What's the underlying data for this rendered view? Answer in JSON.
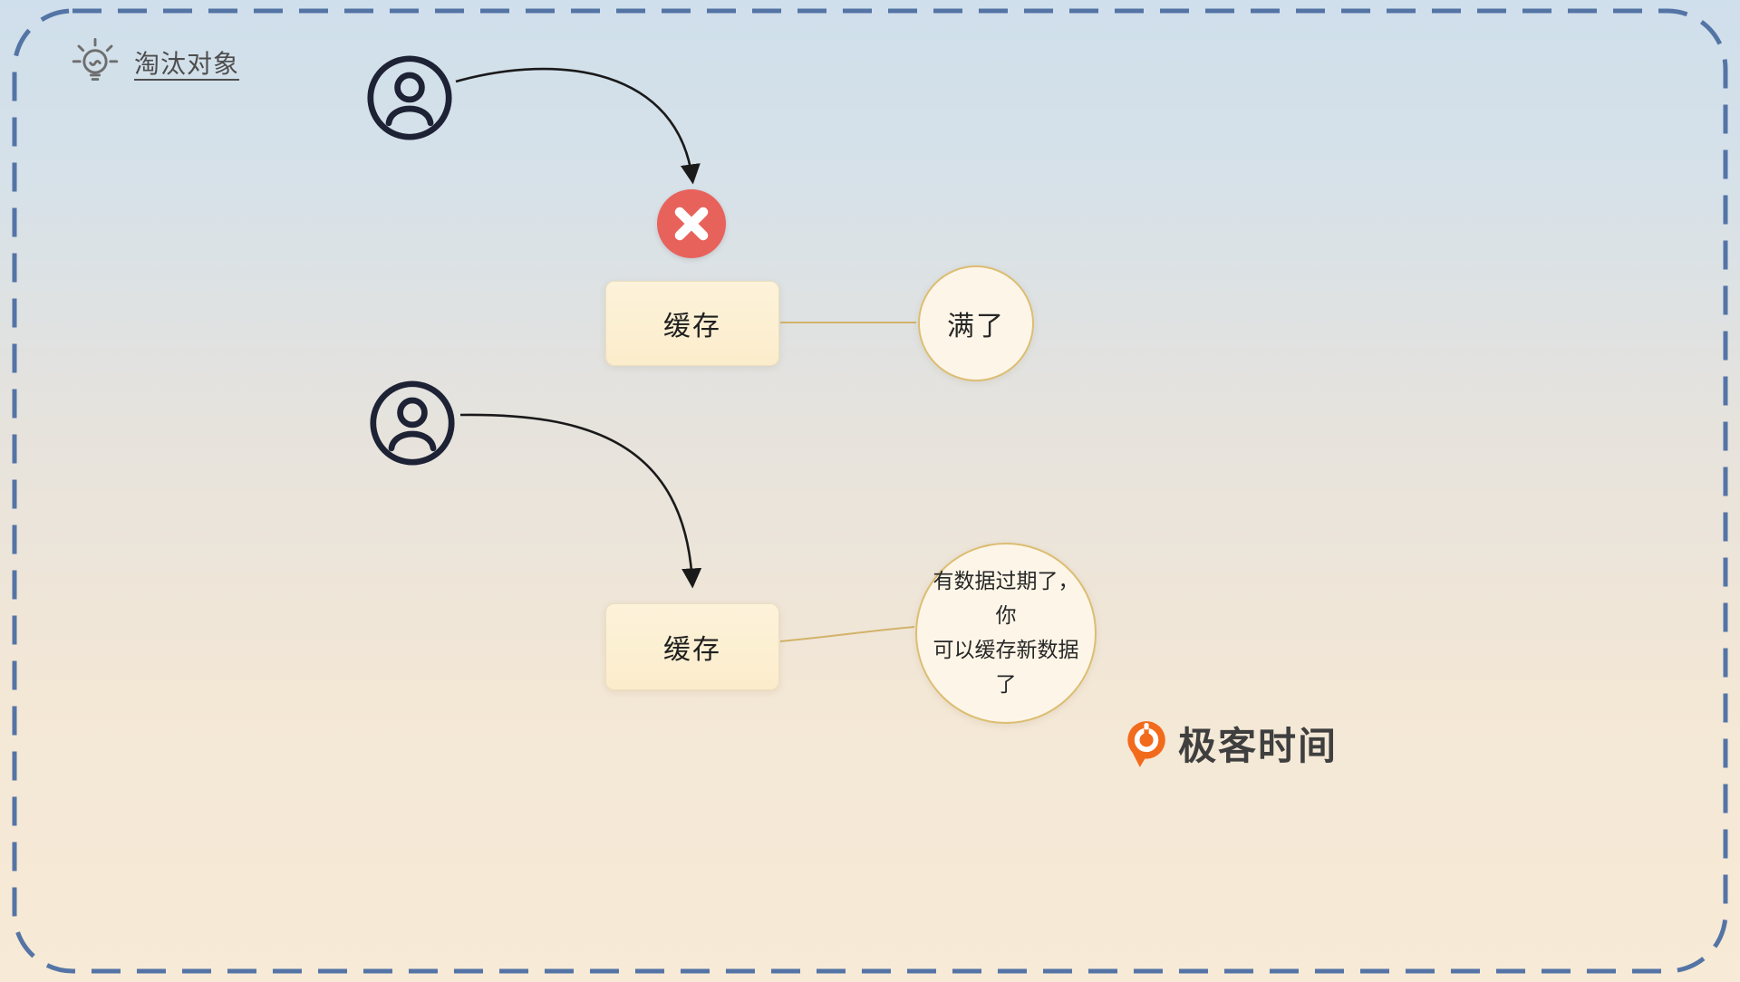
{
  "header": {
    "title": "淘汰对象"
  },
  "diagram": {
    "scenario1": {
      "cache_label": "缓存",
      "status_label": "满了"
    },
    "scenario2": {
      "cache_label": "缓存",
      "callout_line1": "有数据过期了，你",
      "callout_line2": "可以缓存新数据了"
    }
  },
  "logo": {
    "text": "极客时间"
  },
  "colors": {
    "frame_border": "#5474a6",
    "error_red": "#e8625c",
    "person_dark": "#1e2235",
    "node_fill": "#fcefd0",
    "bubble_border": "#dcbd72",
    "connector_gold": "#d2b36a",
    "arrow_dark": "#1a1a1a",
    "logo_orange": "#f26a1b"
  }
}
